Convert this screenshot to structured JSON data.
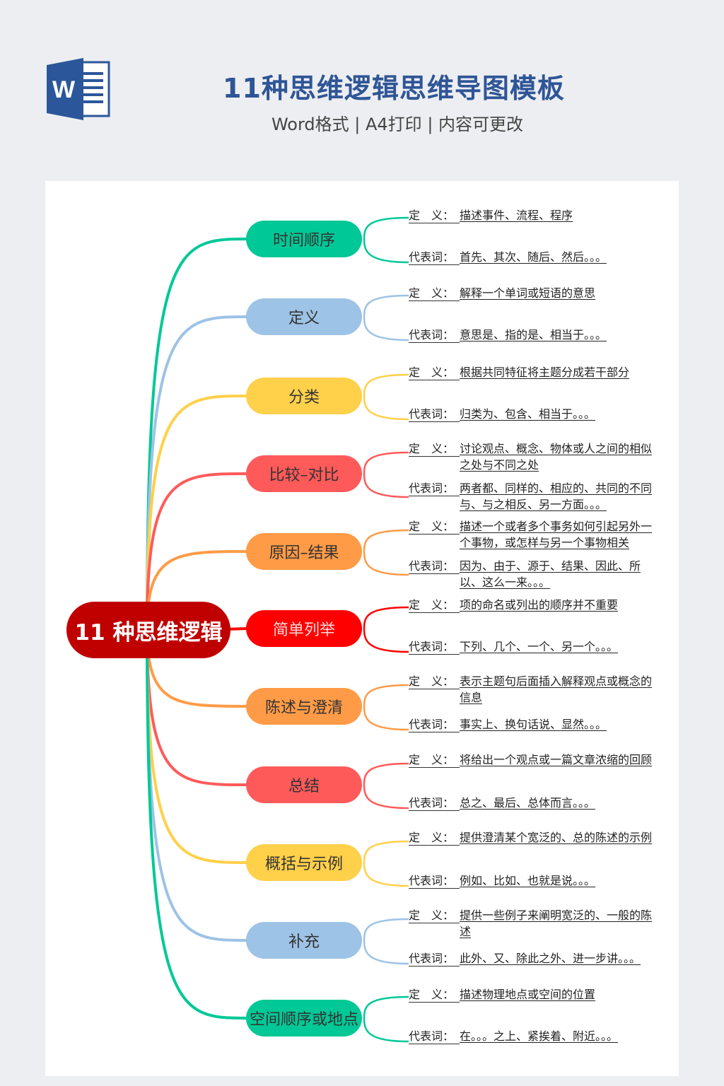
{
  "header": {
    "title": "11种思维逻辑思维导图模板",
    "subtitle": "Word格式 | A4打印 | 内容可更改",
    "logo_letter": "W"
  },
  "labels": {
    "definition": "定　义：",
    "examples": "代表词："
  },
  "root": {
    "label": "11 种思维逻辑",
    "color": "#c00000"
  },
  "branches": [
    {
      "label": "时间顺序",
      "color": "#00c896",
      "definition": "描述事件、流程、程序",
      "examples": "首先、其次、随后、然后。。。"
    },
    {
      "label": "定义",
      "color": "#9dc3e6",
      "definition": "解释一个单词或短语的意思",
      "examples": "意思是、指的是、相当于。。。"
    },
    {
      "label": "分类",
      "color": "#ffd04a",
      "definition": "根据共同特征将主题分成若干部分",
      "examples": "归类为、包含、相当于。。。"
    },
    {
      "label": "比较–对比",
      "color": "#ff5a5a",
      "definition": "讨论观点、概念、物体或人之间的相似之处与不同之处",
      "examples": "两者都、同样的、相应的、共同的不同与、与之相反、另一方面。。。"
    },
    {
      "label": "原因–结果",
      "color": "#ff9b47",
      "definition": "描述一个或者多个事务如何引起另外一个事物，或怎样与另一个事物相关",
      "examples": "因为、由于、源于、结果、因此、所以、这么一来。。。"
    },
    {
      "label": "简单列举",
      "color": "#ff0000",
      "definition": "项的命名或列出的顺序并不重要",
      "examples": "下列、几个、一个、另一个。。。"
    },
    {
      "label": "陈述与澄清",
      "color": "#ff9b47",
      "definition": "表示主题句后面插入解释观点或概念的信息",
      "examples": "事实上、换句话说、显然。。。"
    },
    {
      "label": "总结",
      "color": "#ff5a5a",
      "definition": "将给出一个观点或一篇文章浓缩的回顾",
      "examples": "总之、最后、总体而言。。。"
    },
    {
      "label": "概括与示例",
      "color": "#ffd04a",
      "definition": "提供澄清某个宽泛的、总的陈述的示例",
      "examples": "例如、比如、也就是说。。。"
    },
    {
      "label": "补充",
      "color": "#9dc3e6",
      "definition": "提供一些例子来阐明宽泛的、一般的陈述",
      "examples": "此外、又、除此之外、进一步讲。。。"
    },
    {
      "label": "空间顺序或地点",
      "color": "#00c896",
      "definition": "描述物理地点或空间的位置",
      "examples": "在。。。之上、紧挨着、附近。。。"
    }
  ]
}
